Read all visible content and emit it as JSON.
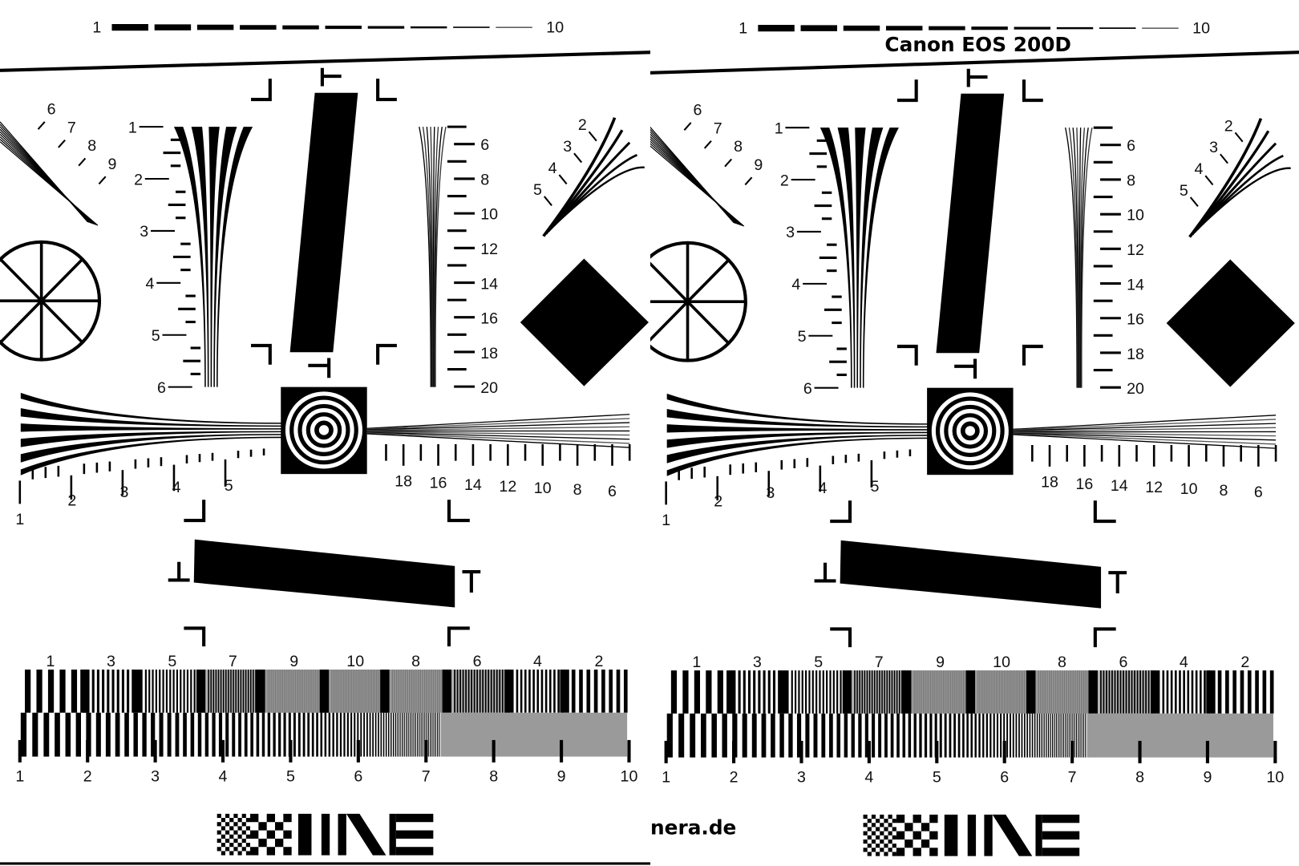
{
  "camera_label": "Canon EOS 200D",
  "watermark_text": "nera.de",
  "top_scale": {
    "start": "1",
    "end": "10"
  },
  "left_vertical_scale": [
    "1",
    "2",
    "3",
    "4",
    "5",
    "6"
  ],
  "right_vertical_scale": [
    "6",
    "8",
    "10",
    "12",
    "14",
    "16",
    "18",
    "20"
  ],
  "fan_top_left_labels": [
    "6",
    "7",
    "8",
    "9"
  ],
  "fan_top_right_labels": [
    "2",
    "3",
    "4",
    "5"
  ],
  "horizontal_left_scale": [
    "1",
    "2",
    "3",
    "4",
    "5"
  ],
  "horizontal_right_scale": [
    "18",
    "16",
    "14",
    "12",
    "10",
    "8",
    "6"
  ],
  "bar_group_labels": [
    "1",
    "3",
    "5",
    "7",
    "9",
    "10",
    "8",
    "6",
    "4",
    "2"
  ],
  "bottom_scale": [
    "1",
    "2",
    "3",
    "4",
    "5",
    "6",
    "7",
    "8",
    "9",
    "10"
  ],
  "colors": {
    "ink": "#000000",
    "paper": "#ffffff",
    "moire_gray": "#9a9a9a"
  }
}
